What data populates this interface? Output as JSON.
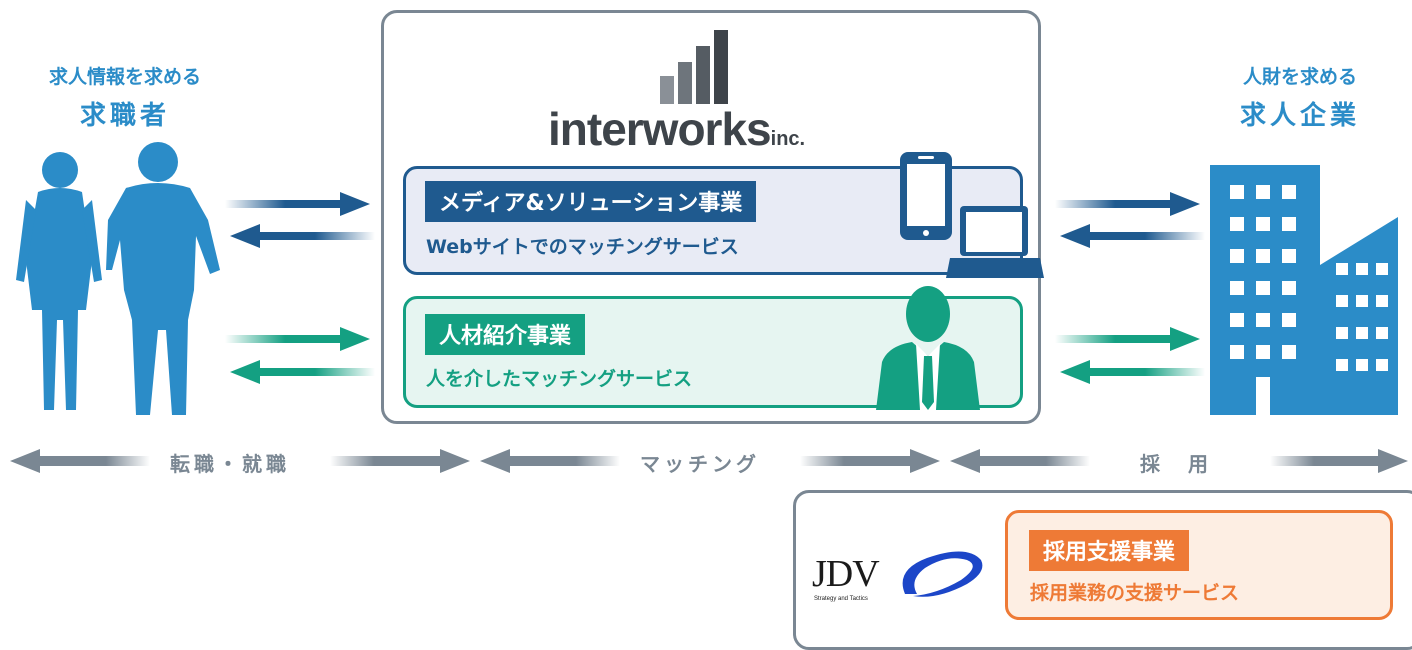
{
  "left": {
    "sub": "求人情報を求める",
    "main": "求職者"
  },
  "right": {
    "sub": "人財を求める",
    "main": "求人企業"
  },
  "logo": {
    "word": "interworks",
    "suffix": "inc."
  },
  "media": {
    "tag": "メディア&ソリューション事業",
    "desc": "Webサイトでのマッチングサービス"
  },
  "agent": {
    "tag": "人材紹介事業",
    "desc": "人を介したマッチングサービス"
  },
  "bottom": {
    "left": "転職・就職",
    "center": "マッチング",
    "right": "採　用"
  },
  "jdv": {
    "logo": "JDV",
    "tagline": "Strategy and Tactics",
    "tag": "採用支援事業",
    "desc": "採用業務の支援サービス"
  },
  "colors": {
    "blue": "#1f5a8f",
    "green": "#14a082",
    "orange": "#ee7a36",
    "gray": "#7a8793",
    "person": "#2b8cc8"
  }
}
